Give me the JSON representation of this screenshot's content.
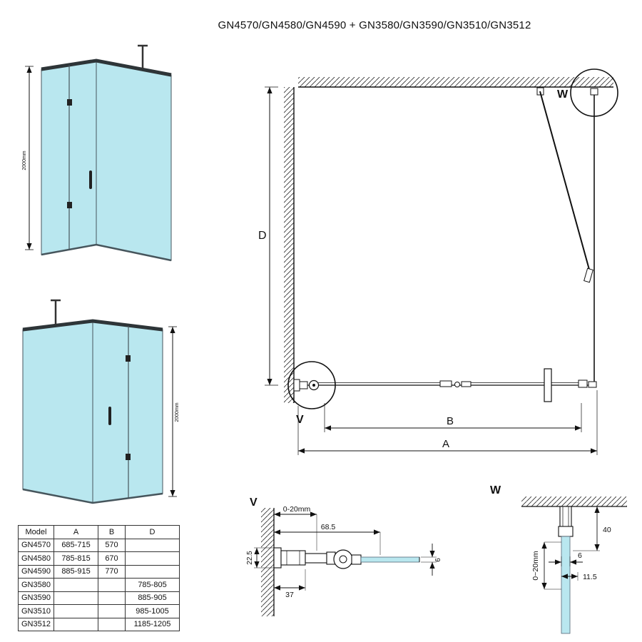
{
  "title": "GN4570/GN4580/GN4590 + GN3580/GN3590/GN3510/GN3512",
  "colors": {
    "glass": "#b9e7ef",
    "line": "#333333"
  },
  "iso_top": {
    "height_dim": "2000mm"
  },
  "iso_bottom": {
    "height_dim": "2000mm"
  },
  "plan": {
    "dim_d": "D",
    "dim_b": "B",
    "dim_a": "A",
    "detail_v_label": "V",
    "detail_w_label": "W"
  },
  "detail_v": {
    "label": "V",
    "dim_gap": "0-20mm",
    "dim_width": "68.5",
    "dim_depth": "22.5",
    "dim_wall": "37",
    "dim_glass": "6"
  },
  "detail_w": {
    "label": "W",
    "dim_top": "40",
    "dim_glass": "6",
    "dim_offset": "11.5",
    "dim_gap": "0~20mm"
  },
  "table": {
    "headers": [
      "Model",
      "A",
      "B",
      "D"
    ],
    "rows": [
      [
        "GN4570",
        "685-715",
        "570",
        ""
      ],
      [
        "GN4580",
        "785-815",
        "670",
        ""
      ],
      [
        "GN4590",
        "885-915",
        "770",
        ""
      ],
      [
        "GN3580",
        "",
        "",
        "785-805"
      ],
      [
        "GN3590",
        "",
        "",
        "885-905"
      ],
      [
        "GN3510",
        "",
        "",
        "985-1005"
      ],
      [
        "GN3512",
        "",
        "",
        "1185-1205"
      ]
    ]
  }
}
